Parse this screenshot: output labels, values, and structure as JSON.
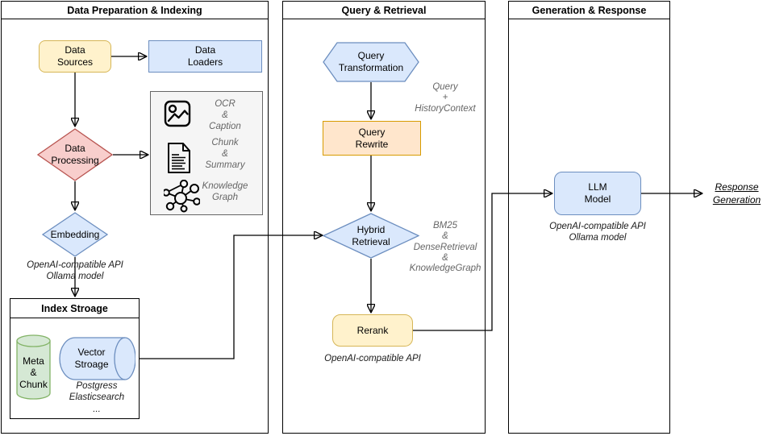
{
  "sections": [
    {
      "title": "Data Preparation & Indexing"
    },
    {
      "title": "Query & Retrieval"
    },
    {
      "title": "Generation & Response"
    }
  ],
  "nodes": {
    "data_sources": {
      "label": "Data\nSources"
    },
    "data_loaders": {
      "label": "Data\nLoaders"
    },
    "data_processing": {
      "label": "Data\nProcessing"
    },
    "processing_methods": {
      "items": [
        {
          "icon": "image-icon",
          "label": "OCR\n&\nCaption"
        },
        {
          "icon": "document-icon",
          "label": "Chunk\n&\nSummary"
        },
        {
          "icon": "knowledge-graph-icon",
          "label": "Knowledge\nGraph"
        }
      ]
    },
    "embedding": {
      "label": "Embedding",
      "note": "OpenAI-compatible API\nOllama model"
    },
    "index_storage": {
      "title": "Index Stroage"
    },
    "meta_chunk": {
      "label": "Meta\n&\nChunk"
    },
    "vector_storage": {
      "label": "Vector\nStroage",
      "note": "Postgress\nElasticsearch\n..."
    },
    "query_transformation": {
      "label": "Query\nTransformation",
      "note": "Query\n+\nHistoryContext"
    },
    "query_rewrite": {
      "label": "Query\nRewrite"
    },
    "hybrid_retrieval": {
      "label": "Hybrid\nRetrieval",
      "note": "BM25\n&\nDenseRetrieval\n&\nKnowledgeGraph"
    },
    "rerank": {
      "label": "Rerank",
      "note": "OpenAI-compatible API"
    },
    "llm_model": {
      "label": "LLM\nModel",
      "note": "OpenAI-compatible API\nOllama model"
    },
    "response_generation": {
      "label": "Response\nGeneration"
    }
  },
  "colors": {
    "yellow_fill": "#FFF2CC",
    "yellow_stroke": "#D6B656",
    "blue_fill": "#DAE8FC",
    "blue_stroke": "#6C8EBF",
    "red_fill": "#F8CECC",
    "red_stroke": "#B85450",
    "green_fill": "#D5E8D4",
    "green_stroke": "#82B366",
    "orange_fill": "#FFE6CC",
    "orange_stroke": "#D79B00",
    "panel_fill": "#F5F5F5",
    "panel_stroke": "#666666",
    "note_gray": "#666666",
    "line": "#000000"
  }
}
